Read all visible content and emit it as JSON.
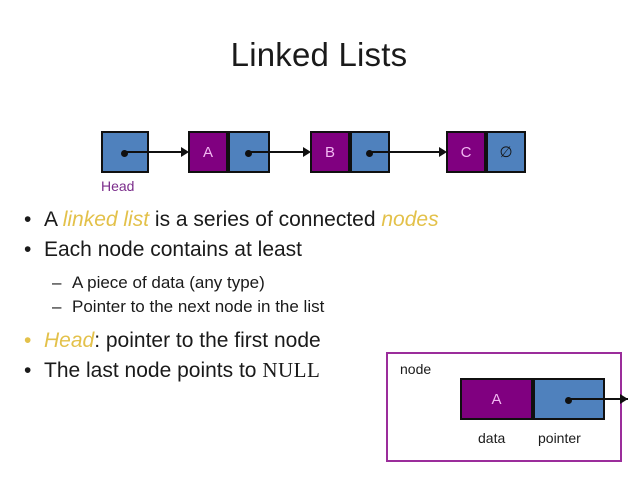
{
  "slide": {
    "title": "Linked Lists",
    "background_color": "#ffffff"
  },
  "colors": {
    "data_cell": "#800080",
    "pointer_cell": "#4f81bd",
    "accent_yellow": "#e3c14a",
    "head_label": "#7b2d8b",
    "inset_border": "#9b2d9b",
    "stroke": "#101010"
  },
  "list_diagram": {
    "head_label": "Head",
    "head_box": {
      "icon": "pointer-dot-icon"
    },
    "nodes": [
      {
        "data": "A",
        "pointer_symbol": "pointer-dot-icon"
      },
      {
        "data": "B",
        "pointer_symbol": "pointer-dot-icon"
      },
      {
        "data": "C",
        "pointer_symbol": "∅"
      }
    ]
  },
  "bullets": {
    "level1": [
      {
        "marker": "•",
        "marker_accent": false,
        "parts": [
          {
            "text": "A ",
            "style": "normal"
          },
          {
            "text": "linked list",
            "style": "accent"
          },
          {
            "text": " is a series of connected ",
            "style": "normal"
          },
          {
            "text": "nodes",
            "style": "accent"
          }
        ]
      },
      {
        "marker": "•",
        "marker_accent": false,
        "parts": [
          {
            "text": "Each node contains at least",
            "style": "normal"
          }
        ]
      },
      {
        "marker": "•",
        "marker_accent": true,
        "parts": [
          {
            "text": "Head",
            "style": "accent"
          },
          {
            "text": ": pointer to the first node",
            "style": "normal"
          }
        ]
      },
      {
        "marker": "•",
        "marker_accent": false,
        "parts": [
          {
            "text": "The last node points to ",
            "style": "normal"
          },
          {
            "text": "NULL",
            "style": "mono"
          }
        ]
      }
    ],
    "level2": [
      {
        "marker": "–",
        "text": "A piece of data (any type)"
      },
      {
        "marker": "–",
        "text": "Pointer to the next node in the list"
      }
    ]
  },
  "inset": {
    "title": "node",
    "node": {
      "data": "A",
      "pointer_symbol": "pointer-dot-icon"
    },
    "data_label": "data",
    "pointer_label": "pointer"
  }
}
